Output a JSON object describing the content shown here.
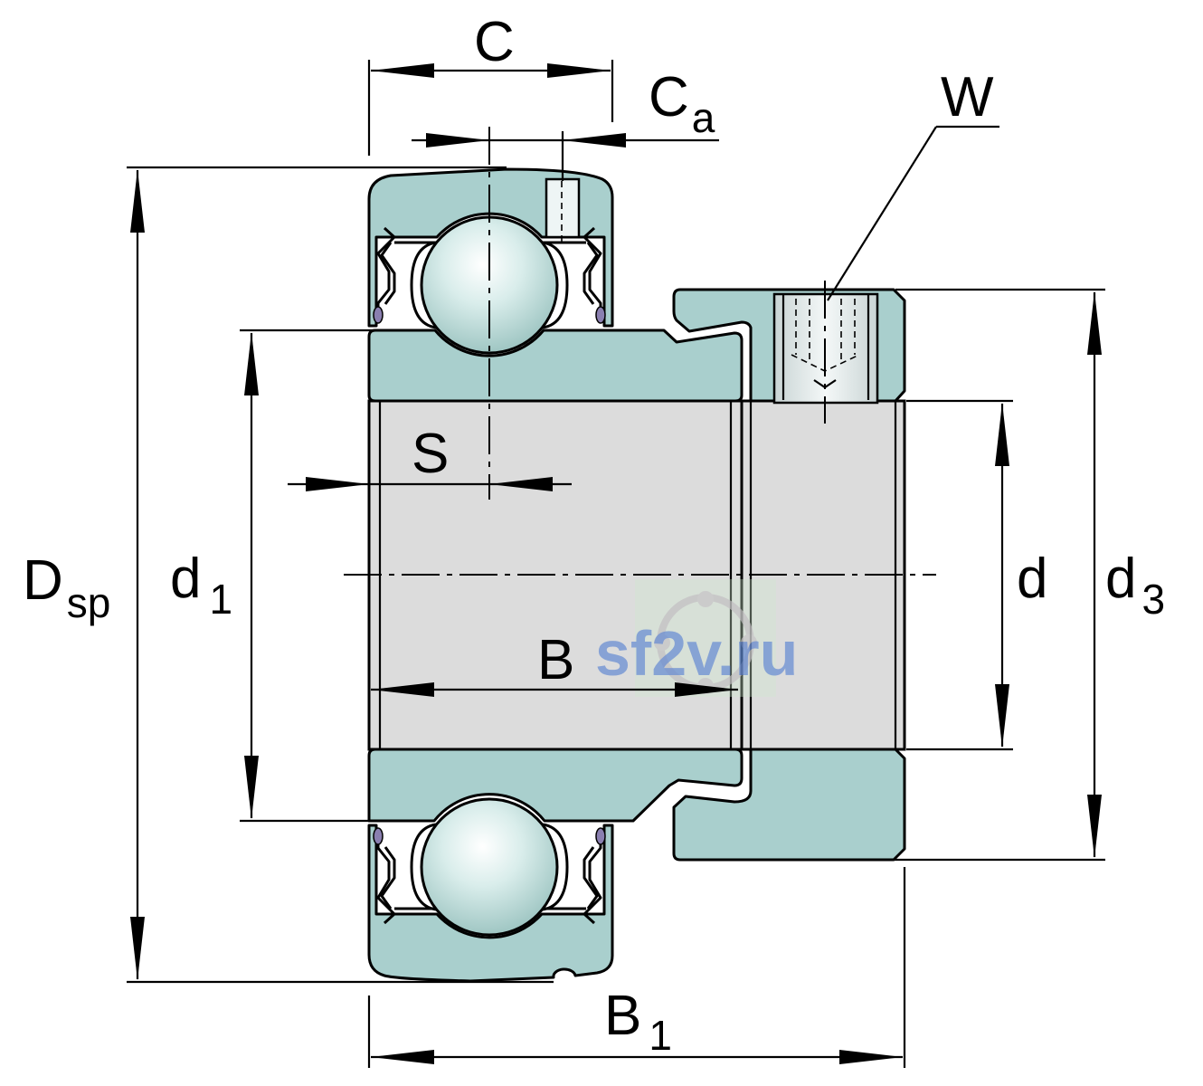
{
  "diagram": {
    "labels": {
      "C": "C",
      "Ca": {
        "main": "C",
        "sub": "a"
      },
      "W": "W",
      "Dsp": {
        "main": "D",
        "sub": "sp"
      },
      "d1": {
        "main": "d",
        "sub": "1"
      },
      "S": "S",
      "B": "B",
      "d": "d",
      "d3": {
        "main": "d",
        "sub": "3"
      },
      "B1": {
        "main": "B",
        "sub": "1"
      }
    },
    "watermark": "sf2v.ru",
    "colors": {
      "ring": "#a9cfcd",
      "bore": "#dcdcdc",
      "line": "#000000",
      "seal_accent": "#8a7fb0",
      "watermark": "#4f7bd0"
    }
  }
}
